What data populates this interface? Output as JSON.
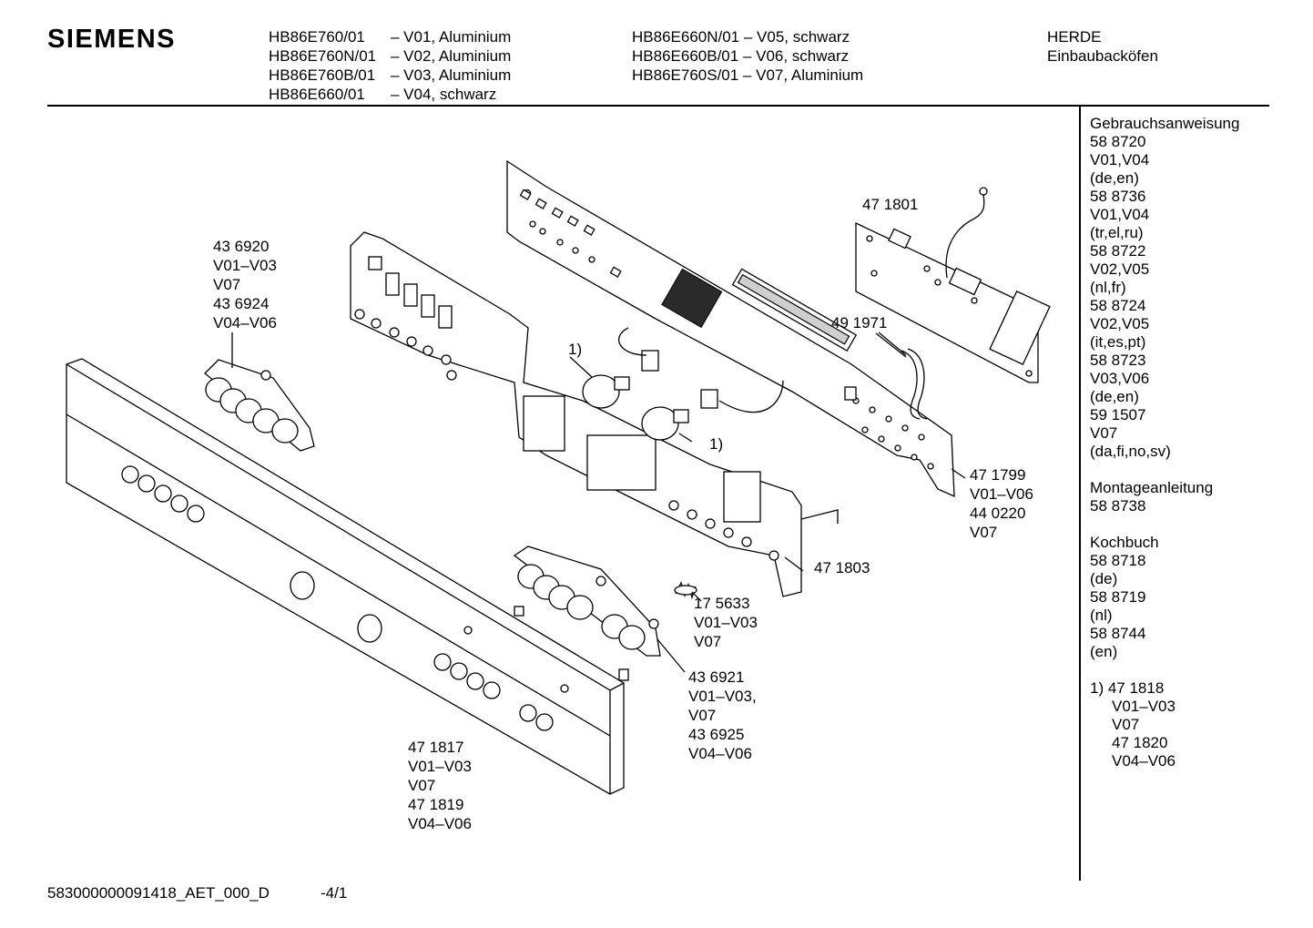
{
  "header": {
    "brand": "SIEMENS",
    "models_left": [
      {
        "code": "HB86E760/01",
        "variant": "– V01, Aluminium"
      },
      {
        "code": "HB86E760N/01",
        "variant": "– V02, Aluminium"
      },
      {
        "code": "HB86E760B/01",
        "variant": "– V03, Aluminium"
      },
      {
        "code": "HB86E660/01",
        "variant": "– V04, schwarz"
      }
    ],
    "models_right": [
      "HB86E660N/01 – V05, schwarz",
      "HB86E660B/01 – V06, schwarz",
      "HB86E760S/01 – V07, Aluminium"
    ],
    "category": [
      "HERDE",
      "Einbaubacköfen"
    ]
  },
  "parts": {
    "knob_left": [
      "43 6920",
      "V01–V03",
      "V07",
      "43 6924",
      "V04–V06"
    ],
    "board_top": "47 1801",
    "cable": "49 1971",
    "footnote_ref_1": "1)",
    "footnote_ref_2": "1)",
    "module": [
      "47 1799",
      "V01–V06",
      "44 0220",
      "V07"
    ],
    "bracket": "47 1803",
    "spring": [
      "17 5633",
      "V01–V03",
      "V07"
    ],
    "knob_right": [
      "43 6921",
      "V01–V03,",
      "V07",
      "43 6925",
      "V04–V06"
    ],
    "panel": [
      "47 1817",
      "V01–V03",
      "V07",
      "47 1819",
      "V04–V06"
    ]
  },
  "sidebar": {
    "manual_title": "Gebrauchsanweisung",
    "manual_lines": [
      "58 8720",
      "V01,V04",
      "(de,en)",
      "58 8736",
      "V01,V04",
      "(tr,el,ru)",
      "58 8722",
      "V02,V05",
      "(nl,fr)",
      "58 8724",
      "V02,V05",
      "(it,es,pt)",
      "58 8723",
      "V03,V06",
      "(de,en)",
      "59 1507",
      "V07",
      "(da,fi,no,sv)"
    ],
    "assembly_title": "Montageanleitung",
    "assembly_lines": [
      "58 8738"
    ],
    "cookbook_title": "Kochbuch",
    "cookbook_lines": [
      "58 8718",
      "(de)",
      "58 8719",
      "(nl)",
      "58 8744",
      "(en)"
    ],
    "footnote_lines": [
      "1) 47 1818",
      "V01–V03",
      "V07",
      "47 1820",
      "V04–V06"
    ]
  },
  "footer": {
    "doc_id": "583000000091418_AET_000_D",
    "page": "-4/1"
  }
}
